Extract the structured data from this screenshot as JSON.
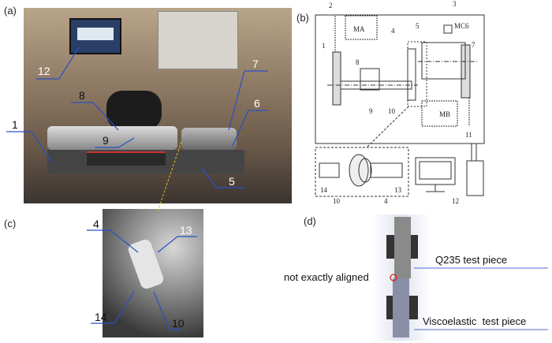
{
  "panels": {
    "a": "(a)",
    "b": "(b)",
    "c": "(c)",
    "d": "(d)"
  },
  "photo_a_labels": {
    "l12": "12",
    "l8": "8",
    "l9": "9",
    "l1": "1",
    "l7": "7",
    "l6": "6",
    "l5": "5"
  },
  "photo_c_labels": {
    "l4": "4",
    "l13": "13",
    "l14": "14",
    "l10": "10"
  },
  "diagram_b_labels": {
    "l1": "1",
    "l2": "2",
    "l3": "3",
    "l4": "4",
    "l5": "5",
    "l6": "6",
    "l7": "7",
    "l8": "8",
    "l9": "9",
    "l10": "10",
    "l11": "11",
    "l12": "12",
    "l13": "13",
    "l14": "14",
    "l10b": "10",
    "l4b": "4",
    "ma": "MA",
    "mb": "MB",
    "mc": "MC"
  },
  "panel_d": {
    "q235": "Q235 test piece",
    "misalign": "not exactly aligned",
    "visco": "Viscoelastic  test piece"
  },
  "colors": {
    "arrow": "#4a6fd0",
    "circle": "#e02020",
    "label_line": "#2a50c8"
  }
}
